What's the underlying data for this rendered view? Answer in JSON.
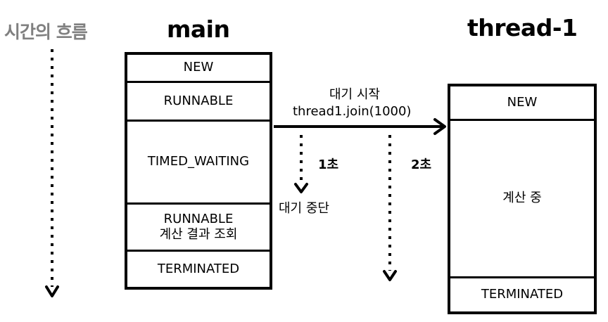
{
  "time_axis_label": "시간의 흐름",
  "main": {
    "title": "main",
    "states": [
      "NEW",
      "RUNNABLE",
      "TIMED_WAITING",
      "RUNNABLE",
      "TERMINATED"
    ],
    "state4_sub": "계산 결과 조회"
  },
  "thread1": {
    "title": "thread-1",
    "states": [
      "NEW",
      "계산 중",
      "TERMINATED"
    ]
  },
  "join_call": {
    "line1": "대기 시작",
    "line2": "thread1.join(1000)"
  },
  "timeout": {
    "one_sec": "1초",
    "two_sec": "2초",
    "stop_label": "대기 중단"
  }
}
